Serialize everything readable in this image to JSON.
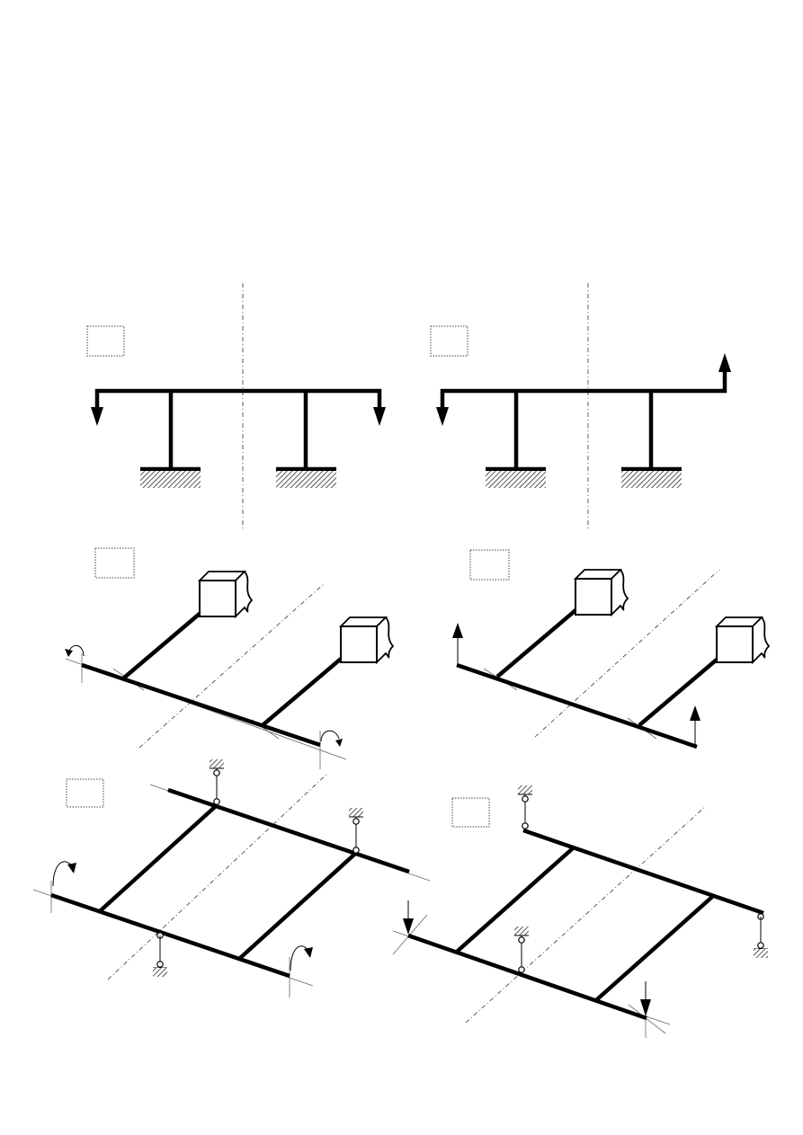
{
  "figure": {
    "panels": [
      {
        "id": "panel-1",
        "label": "",
        "description": "symmetric-frame-symmetric-load"
      },
      {
        "id": "panel-2",
        "label": "",
        "description": "symmetric-frame-antisymmetric-load"
      },
      {
        "id": "panel-3",
        "label": "",
        "description": "grillage-cantilever-symmetric-moments"
      },
      {
        "id": "panel-4",
        "label": "",
        "description": "grillage-cantilever-antisymmetric-forces"
      },
      {
        "id": "panel-5",
        "label": "",
        "description": "grillage-simple-supports-moments"
      },
      {
        "id": "panel-6",
        "label": "",
        "description": "grillage-simple-supports-forces"
      }
    ]
  }
}
